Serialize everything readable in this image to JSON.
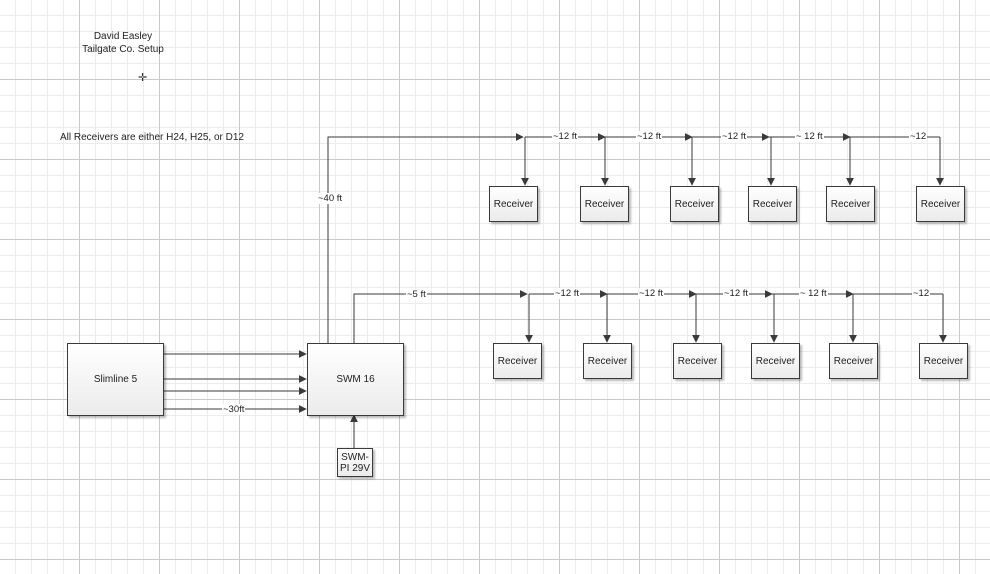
{
  "header": {
    "title_line1": "David Easley",
    "title_line2": "Tailgate Co. Setup"
  },
  "note": "All Receivers are either H24, H25, or D12",
  "nodes": {
    "slimline": "Slimline 5",
    "swm": "SWM 16",
    "pi_line1": "SWM-",
    "pi_line2": "PI 29V",
    "receiver": "Receiver"
  },
  "labels": {
    "top_feed": "~40 ft",
    "bottom_feed": "~5 ft",
    "slimline_feed": "~30ft",
    "top_hops": [
      "~12 ft",
      "~12 ft",
      "~12 ft",
      "~ 12 ft",
      "~12"
    ],
    "bottom_hops": [
      "~12 ft",
      "~12 ft",
      "~12 ft",
      "~ 12 ft",
      "~12"
    ]
  },
  "icons": {
    "cursor": "crosshair-cursor-icon"
  },
  "colors": {
    "line": "#3a3a3a",
    "box_border": "#3a3a3a"
  }
}
